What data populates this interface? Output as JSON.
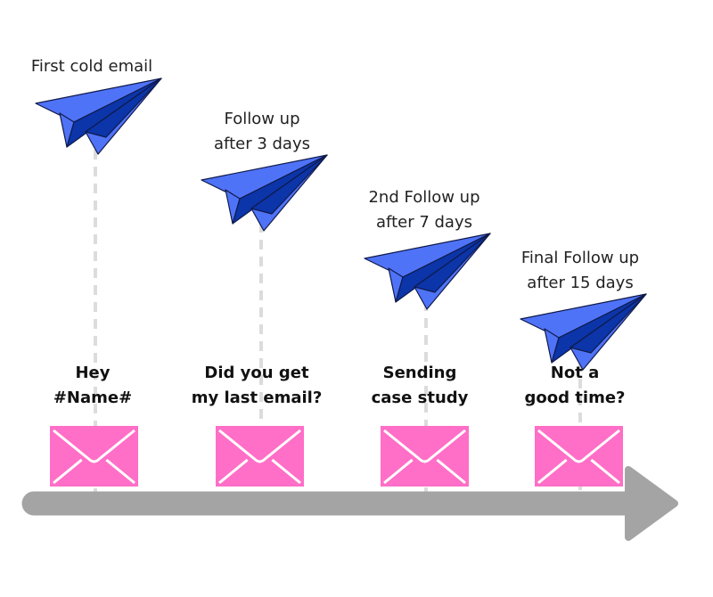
{
  "colors": {
    "plane_light": "#4f73f7",
    "plane_dark": "#0b35a8",
    "plane_outline": "#101a4a",
    "envelope": "#ff6ec7",
    "dash_line": "#dcdcdc",
    "timeline": "#a4a4a4"
  },
  "steps": [
    {
      "label": [
        "First cold email"
      ],
      "subject": [
        "Hey",
        "#Name#"
      ]
    },
    {
      "label": [
        "Follow up",
        "after 3 days"
      ],
      "subject": [
        "Did you get",
        "my last email?"
      ]
    },
    {
      "label": [
        "2nd Follow up",
        "after 7 days"
      ],
      "subject": [
        "Sending",
        "case study"
      ]
    },
    {
      "label": [
        "Final Follow up",
        "after 15 days"
      ],
      "subject": [
        "Not a",
        "good time?"
      ]
    }
  ]
}
